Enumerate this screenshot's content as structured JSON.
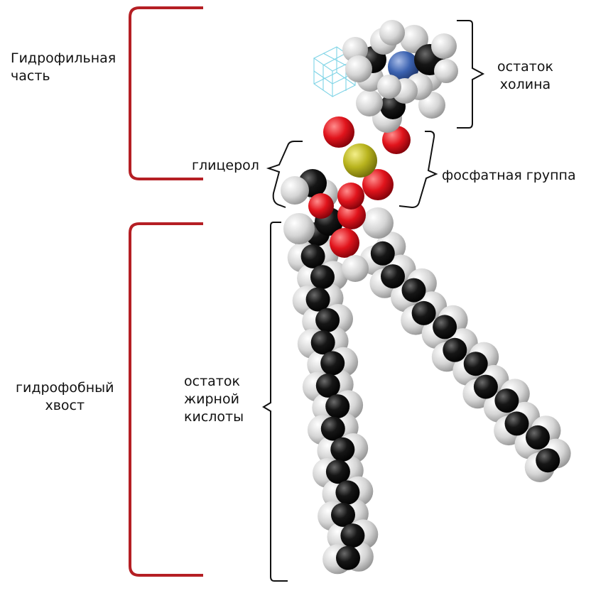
{
  "labels": {
    "hydrophilic": [
      "Гидрофильная",
      "часть"
    ],
    "hydrophobic": [
      "гидрофобный",
      "хвост"
    ],
    "choline": [
      "остаток",
      "холина"
    ],
    "glycerol": "глицерол",
    "phosphate": "фосфатная группа",
    "fatty_acid": [
      "остаток",
      "жирной",
      "кислоты"
    ]
  },
  "colors": {
    "region_bracket": "#b51f24",
    "detail_bracket": "#111111",
    "hydrogen": "#d7d7d7",
    "carbon": "#141414",
    "oxygen": "#e1141c",
    "phosphorus": "#b9b41e",
    "nitrogen": "#3b62b0",
    "unit_cell": "#7fd4e6"
  }
}
